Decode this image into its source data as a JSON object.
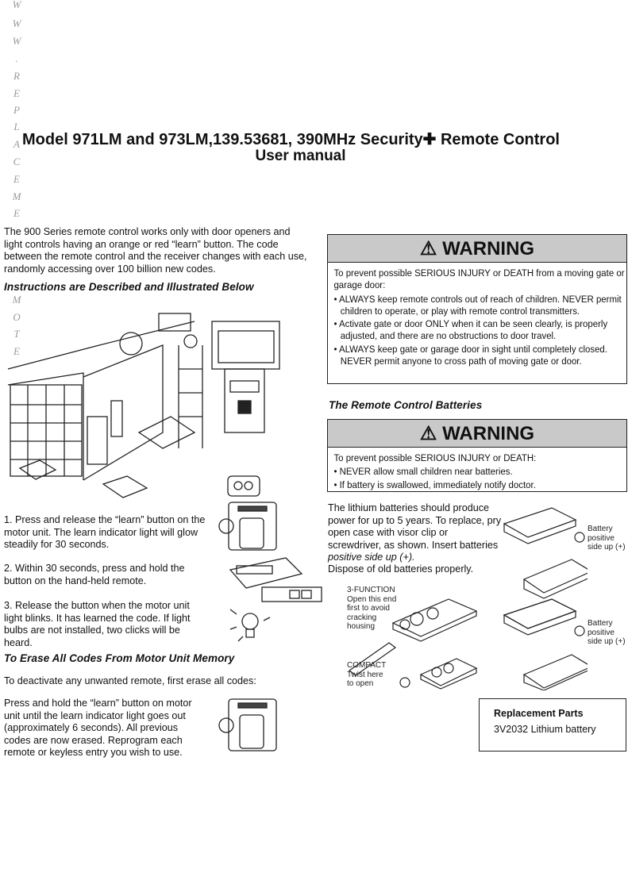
{
  "watermark": "WWW.REPLACEMENTREMOTES",
  "header": {
    "title": "Model 971LM and 973LM,139.53681, 390MHz Security✚ Remote Control",
    "subtitle": "User manual"
  },
  "intro": "The 900 Series remote control works only with door openers and light controls having an orange or red “learn” button. The code between the remote control and the receiver changes with each use, randomly accessing over 100 billion new codes.",
  "instructions_heading": "Instructions are Described and Illustrated Below",
  "steps": [
    "1. Press and release the “learn” button on the motor unit. The learn indicator light will glow steadily for 30 seconds.",
    "2. Within 30 seconds, press and hold the button on the hand-held remote.",
    "3. Release the button when the motor unit light blinks. It has learned the code. If light bulbs are not installed, two clicks will be heard."
  ],
  "erase": {
    "heading": "To Erase All Codes From Motor Unit Memory",
    "intro": "To deactivate any unwanted remote, first erase all codes:",
    "body": "Press and hold the “learn” button on motor unit until the learn indicator light goes out (approximately 6 seconds). All previous codes are now erased. Reprogram each remote or keyless entry you wish to use."
  },
  "warning1": {
    "title": "WARNING",
    "intro": "To prevent possible SERIOUS INJURY or DEATH from a moving gate or garage door:",
    "items": [
      "ALWAYS keep remote controls out of reach of children. NEVER permit children to operate, or play with remote control transmitters.",
      "Activate gate or door ONLY when it can be seen clearly, is properly adjusted, and there are no obstructions to door travel.",
      "ALWAYS keep gate or garage door in sight until completely closed. NEVER permit anyone to cross path of moving gate or door."
    ]
  },
  "batteries_heading": "The Remote Control Batteries",
  "warning2": {
    "title": "WARNING",
    "intro": "To prevent possible SERIOUS INJURY or DEATH:",
    "items": [
      "NEVER allow small children near batteries.",
      "If battery is swallowed, immediately notify doctor."
    ]
  },
  "battery_text": {
    "main": "The lithium batteries should produce power for up to 5 years. To replace, pry open case with visor clip or screwdriver, as shown. Insert batteries ",
    "italic": "positive side up (+).",
    "dispose": "Dispose of old batteries properly."
  },
  "labels": {
    "three_function": "3-FUNCTION",
    "three_function_note": "Open this end first to avoid cracking housing",
    "compact": "COMPACT",
    "compact_note": "Twist here to open",
    "battery_positive_1": "Battery positive side up (+)",
    "battery_positive_2": "Battery positive side up (+)"
  },
  "replacement": {
    "title": "Replacement Parts",
    "item": "3V2032 Lithium battery"
  }
}
